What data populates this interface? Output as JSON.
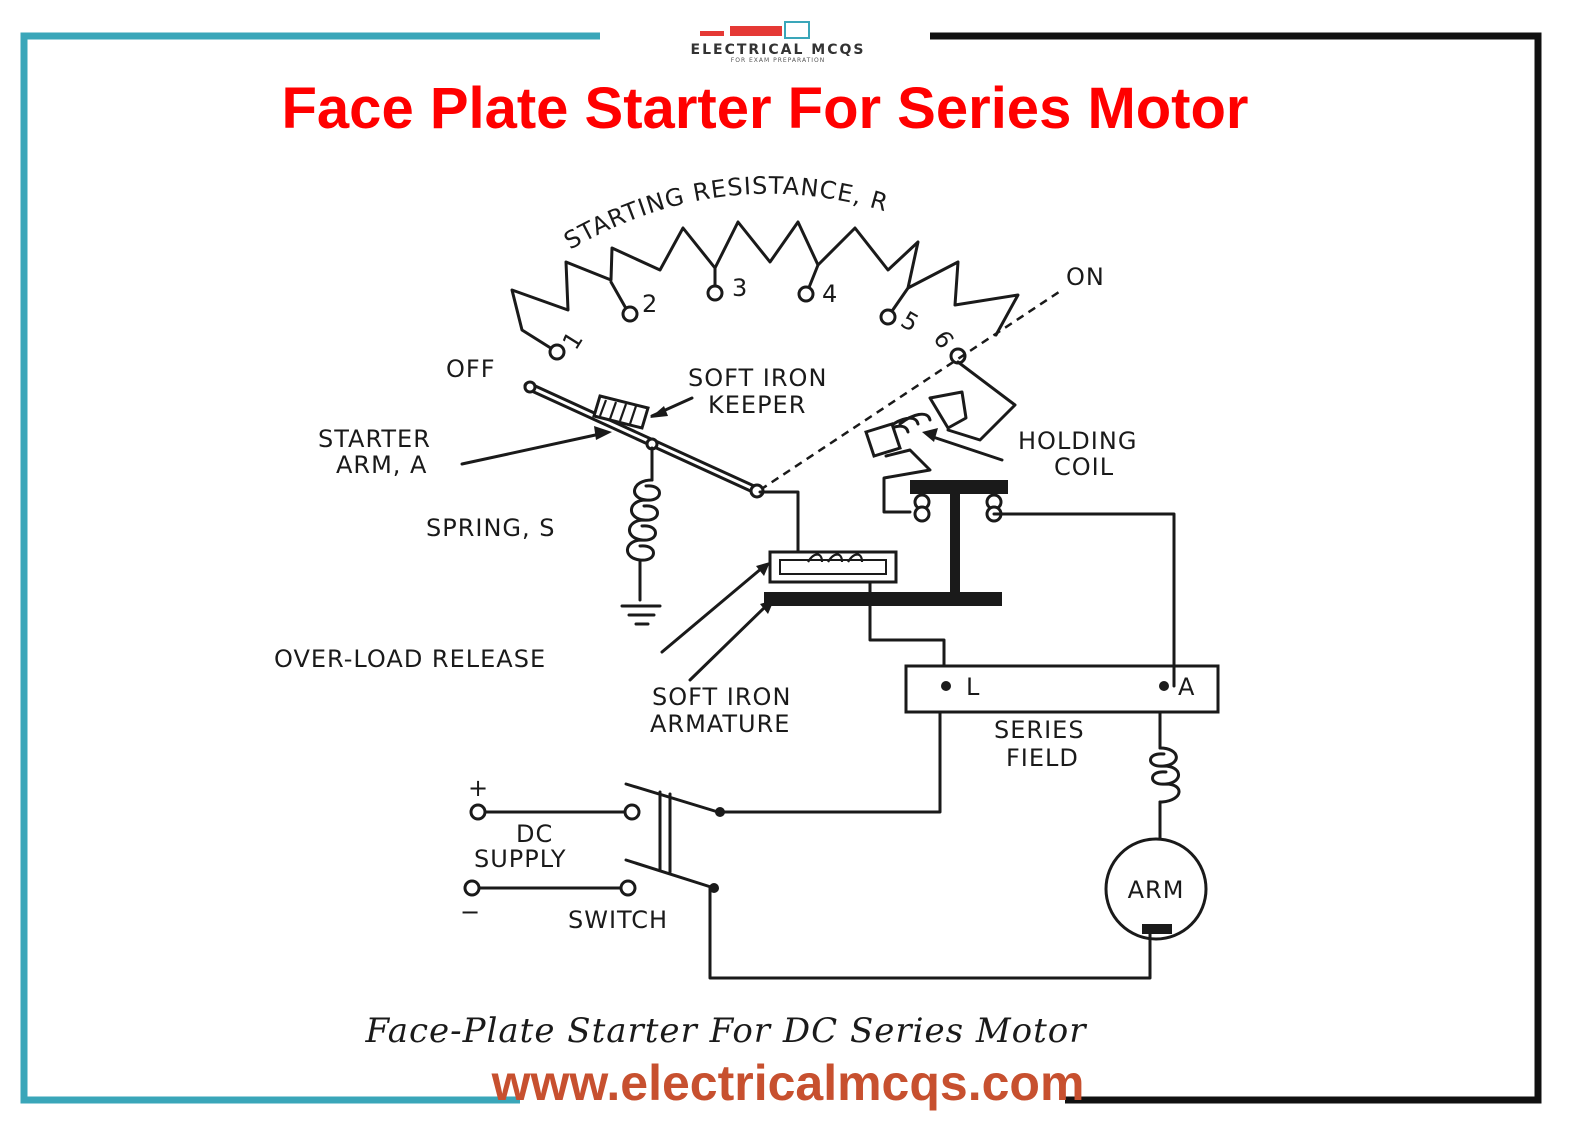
{
  "title": "Face Plate Starter For Series Motor",
  "logo": {
    "name": "ELECTRICAL MCQS",
    "tagline": "FOR EXAM PREPARATION"
  },
  "diagram": {
    "starting_resistance": "STARTING RESISTANCE, R",
    "studs": [
      "1",
      "2",
      "3",
      "4",
      "5",
      "6"
    ],
    "labels": {
      "on": "ON",
      "off": "OFF",
      "soft_iron_keeper_1": "SOFT IRON",
      "soft_iron_keeper_2": "KEEPER",
      "starter_arm_1": "STARTER",
      "starter_arm_2": "ARM, A",
      "holding_coil_1": "HOLDING",
      "holding_coil_2": "COIL",
      "spring": "SPRING, S",
      "overload_release": "OVER-LOAD RELEASE",
      "soft_iron_armature_1": "SOFT IRON",
      "soft_iron_armature_2": "ARMATURE",
      "terminal_l": "L",
      "terminal_a": "A",
      "series_field_1": "SERIES",
      "series_field_2": "FIELD",
      "plus": "+",
      "minus": "−",
      "dc_supply_1": "DC",
      "dc_supply_2": "SUPPLY",
      "switch": "SWITCH",
      "arm": "ARM"
    }
  },
  "caption": "Face-Plate Starter For DC Series Motor",
  "website": "www.electricalmcqs.com",
  "colors": {
    "title": "#ff0000",
    "border_left": "#3aa6b9",
    "border_right": "#111111",
    "website": "#c7502f"
  }
}
